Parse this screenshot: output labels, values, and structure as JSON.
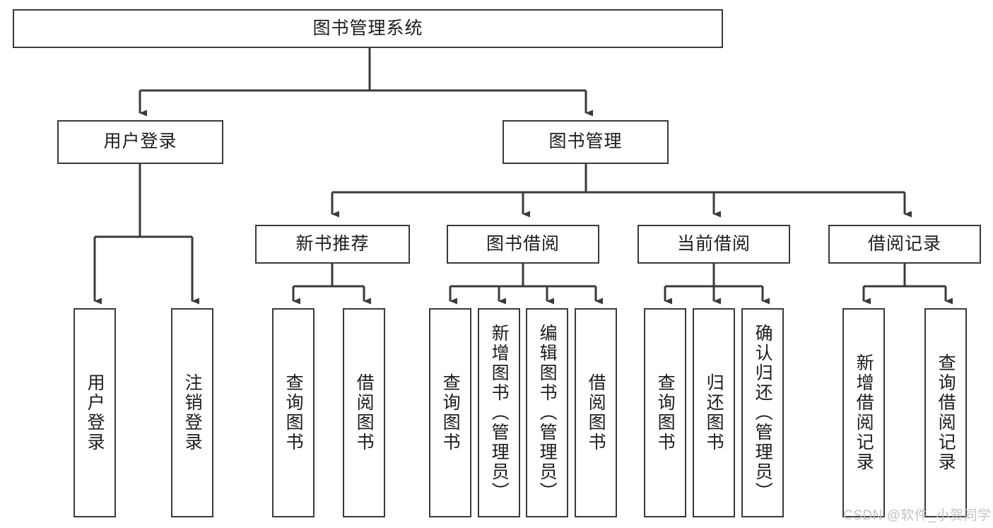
{
  "diagram": {
    "type": "tree-hierarchy",
    "title": "图书管理系统",
    "stroke_color": "#3a3a3a",
    "text_color": "#1c1c1c",
    "background": "#ffffff",
    "root": {
      "label": "图书管理系统"
    },
    "level2": [
      {
        "label": "用户登录"
      },
      {
        "label": "图书管理"
      }
    ],
    "level3": [
      {
        "label": "新书推荐"
      },
      {
        "label": "图书借阅"
      },
      {
        "label": "当前借阅"
      },
      {
        "label": "借阅记录"
      }
    ],
    "leaves": {
      "user_login": [
        {
          "label": "用户登录"
        },
        {
          "label": "注销登录"
        }
      ],
      "new_book": [
        {
          "label": "查询图书"
        },
        {
          "label": "借阅图书"
        }
      ],
      "borrow_book": [
        {
          "label": "查询图书"
        },
        {
          "label": "新增图书（管理员）"
        },
        {
          "label": "编辑图书（管理员）"
        },
        {
          "label": "借阅图书"
        }
      ],
      "current_borrow": [
        {
          "label": "查询图书"
        },
        {
          "label": "归还图书"
        },
        {
          "label": "确认归还（管理员）"
        }
      ],
      "borrow_record": [
        {
          "label": "新增借阅记录"
        },
        {
          "label": "查询借阅记录"
        }
      ]
    },
    "watermark": "CSDN @软件_小贺同学"
  }
}
